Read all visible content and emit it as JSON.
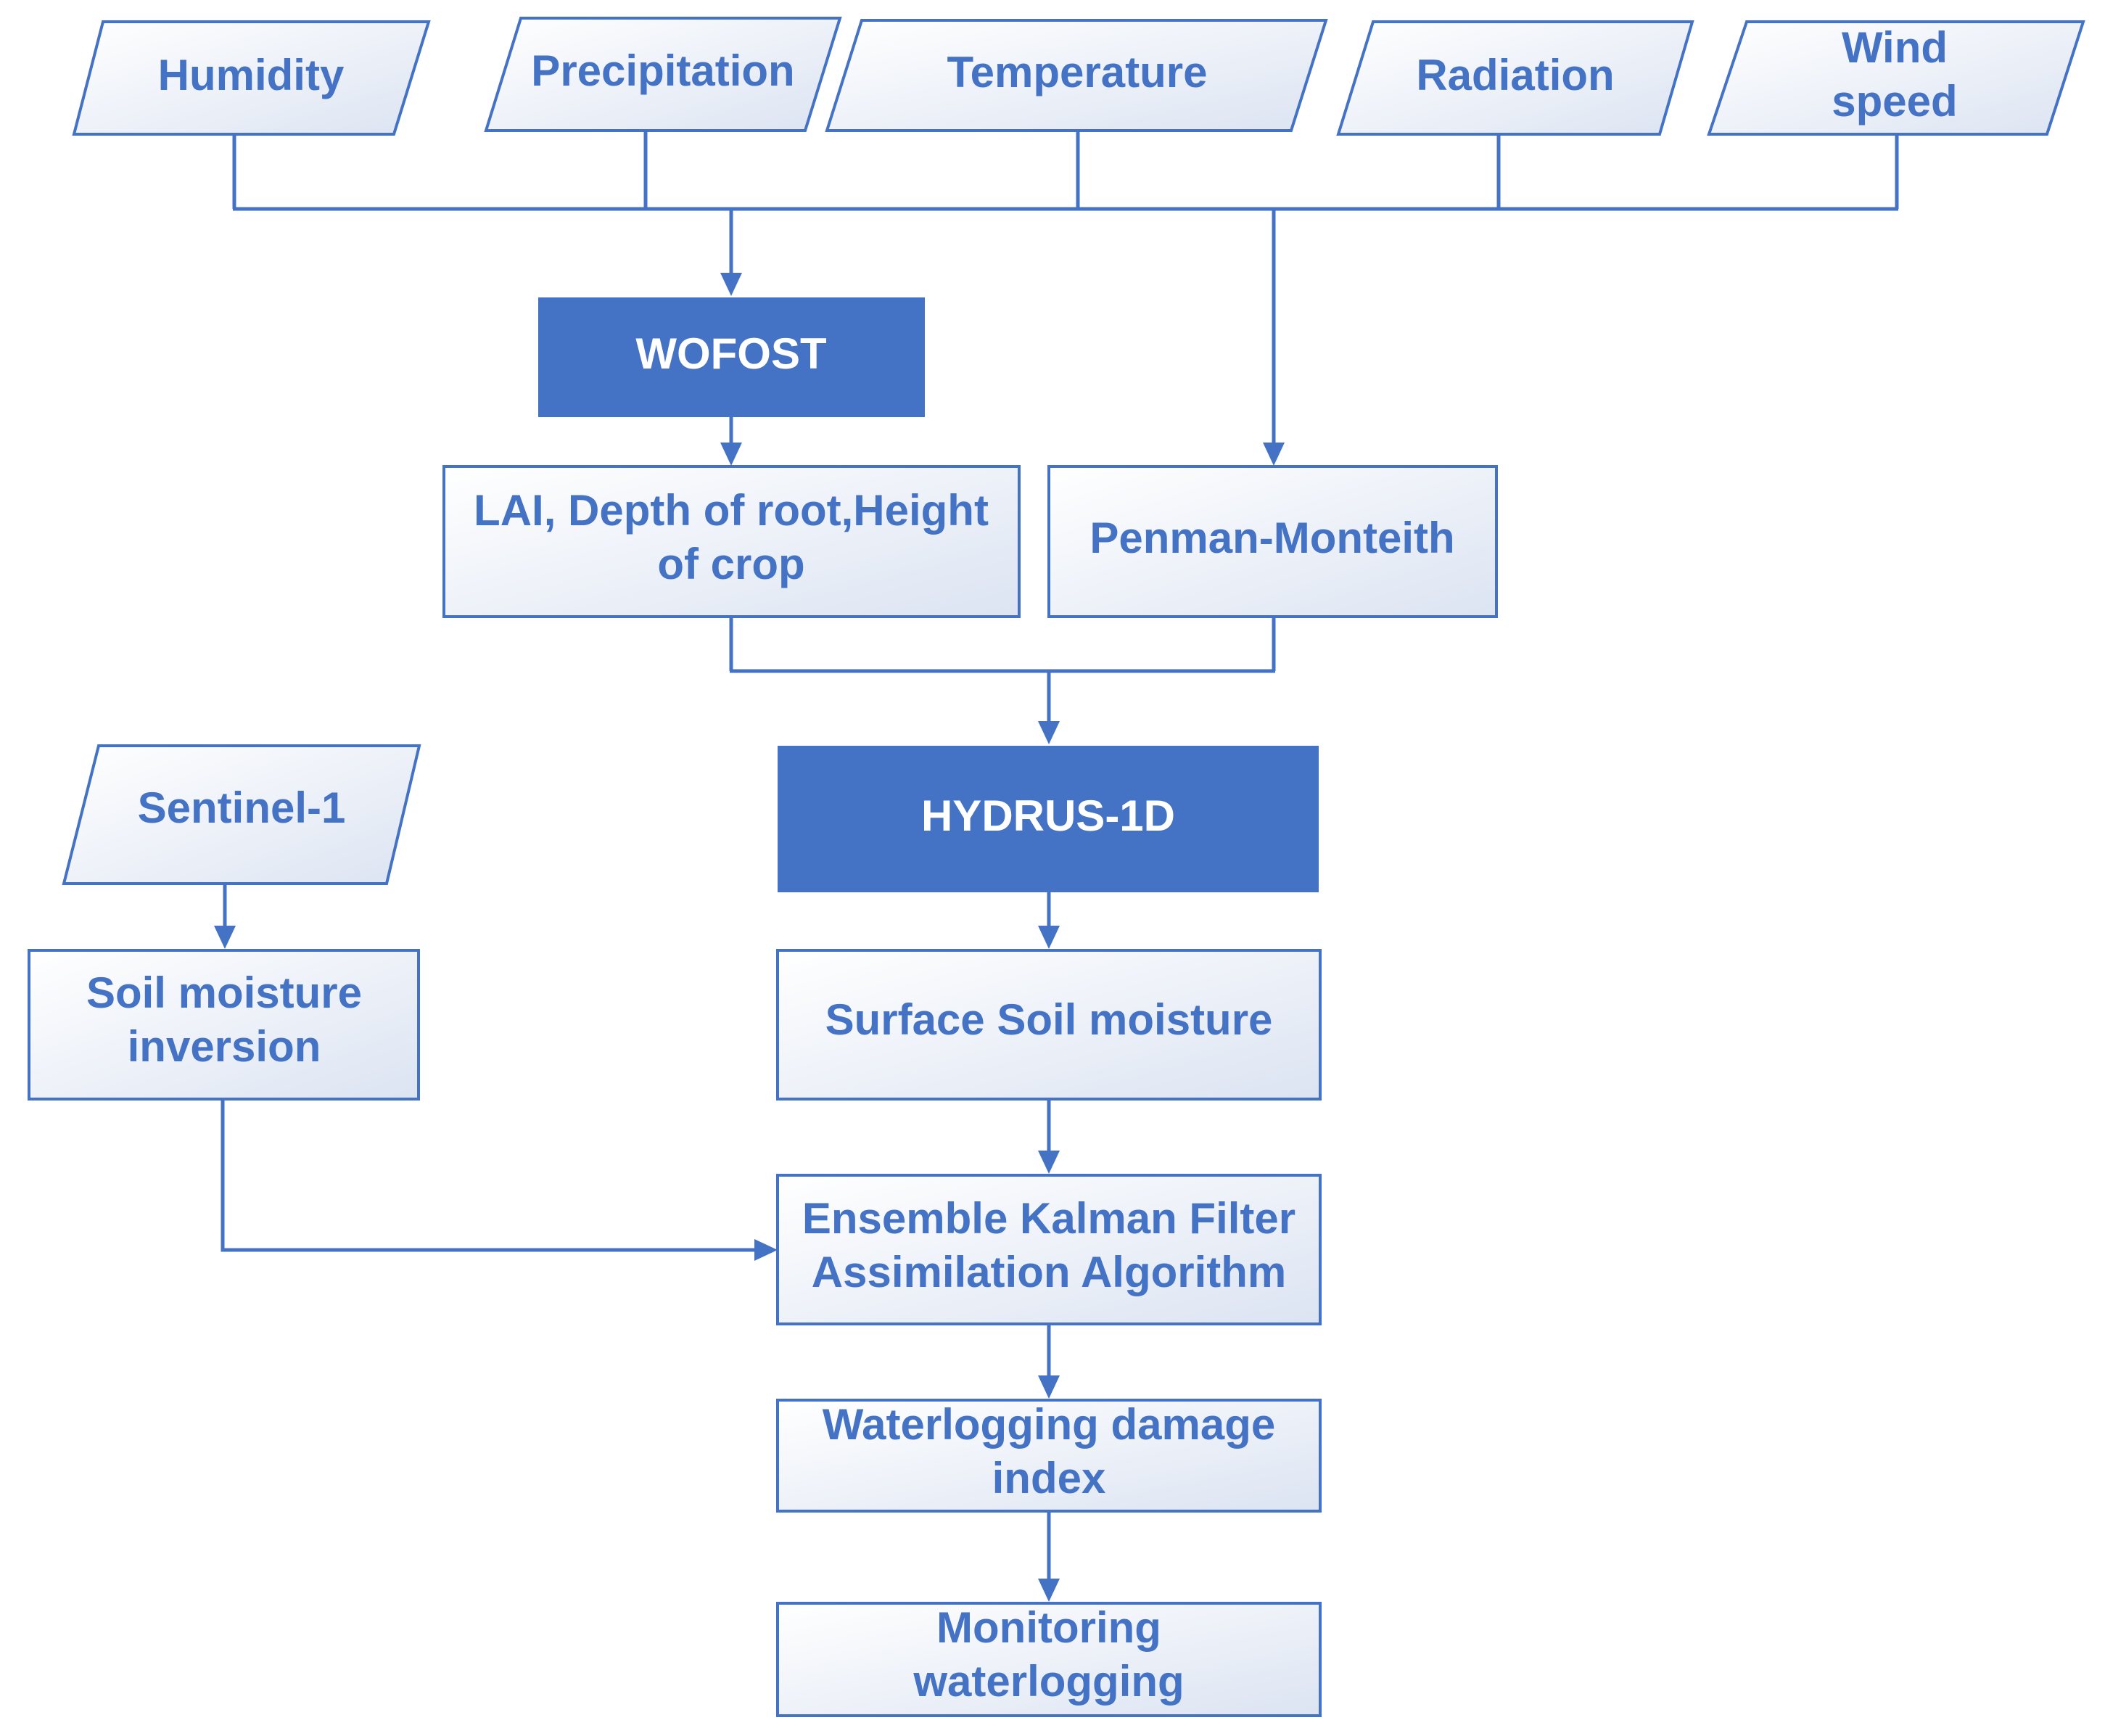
{
  "inputs": {
    "humidity": "Humidity",
    "precipitation": "Precipitation",
    "temperature": "Temperature",
    "radiation": "Radiation",
    "wind_speed": [
      "Wind",
      "speed"
    ]
  },
  "models": {
    "wofost": "WOFOST",
    "hydrus": "HYDRUS-1D"
  },
  "nodes": {
    "crop_params": [
      "LAI, Depth of root,Height",
      "of crop"
    ],
    "penman": "Penman-Monteith",
    "sentinel": "Sentinel-1",
    "soil_inversion": [
      "Soil moisture",
      "inversion"
    ],
    "surface_soil": "Surface Soil moisture",
    "enkf": [
      "Ensemble Kalman Filter",
      "Assimilation Algorithm"
    ],
    "damage_index": [
      "Waterlogging damage",
      "index"
    ],
    "monitoring": [
      "Monitoring",
      "waterlogging"
    ]
  },
  "colors": {
    "accent": "#4472c4",
    "box_fill_top": "#ffffff",
    "box_fill_bottom": "#dfe6f3"
  }
}
